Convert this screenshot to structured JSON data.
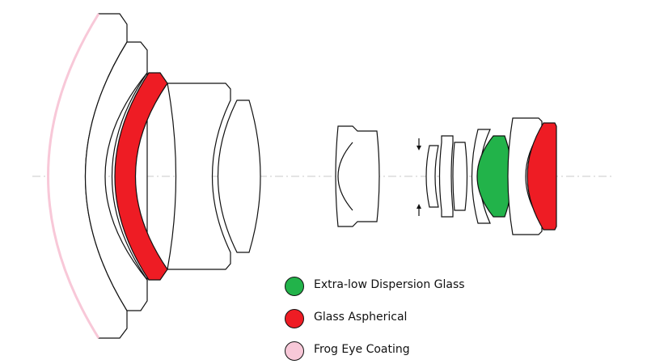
{
  "colors": {
    "extra_low_dispersion": "#22b34a",
    "aspherical": "#ee1c24",
    "frog_eye_coating": "#f8c8d8",
    "outline": "#111111",
    "optical_axis": "#c8c8c8"
  },
  "legend": [
    {
      "label": "Extra-low Dispersion Glass",
      "color": "#22b34a"
    },
    {
      "label": "Glass Aspherical",
      "color": "#ee1c24"
    },
    {
      "label": "Frog Eye Coating",
      "color": "#f8c8d8"
    }
  ],
  "arrows": [
    {
      "direction": "down"
    },
    {
      "direction": "up"
    }
  ]
}
